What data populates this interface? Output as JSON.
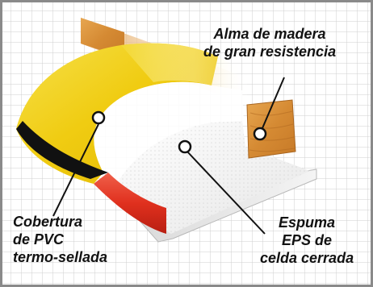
{
  "labels": {
    "wood_core": {
      "line1": "Alma de madera",
      "line2": "de gran resistencia"
    },
    "pvc_cover": {
      "line1": "Cobertura",
      "line2": "de PVC",
      "line3": "termo-sellada"
    },
    "eps_foam": {
      "line1": "Espuma",
      "line2": "EPS de",
      "line3": "celda cerrada"
    }
  },
  "colors": {
    "frame": "#8a8a8a",
    "grid": "#cfcfcf",
    "pvc_yellow": "#f2d21a",
    "pvc_red": "#e0301e",
    "trim_black": "#111111",
    "wood": "#d9913a",
    "foam": "#f2f2f2",
    "callout_line": "#111111"
  }
}
